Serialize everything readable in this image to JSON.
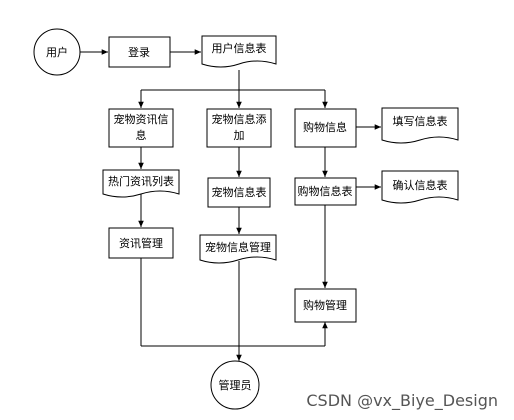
{
  "nodes": {
    "user": "用户",
    "login": "登录",
    "user_table": "用户信息表",
    "pet_info_1": "宠物资讯信",
    "pet_info_2": "息",
    "pet_add_1": "宠物信息添",
    "pet_add_2": "加",
    "shop_info": "购物信息",
    "fill_table": "填写信息表",
    "hot_news": "热门资讯列表",
    "pet_table": "宠物信息表",
    "shop_table": "购物信息表",
    "confirm_table": "确认信息表",
    "news_manage": "资讯管理",
    "pet_manage": "宠物信息管理",
    "shop_manage": "购物管理",
    "admin": "管理员"
  },
  "watermark": "CSDN @vx_Biye_Design"
}
